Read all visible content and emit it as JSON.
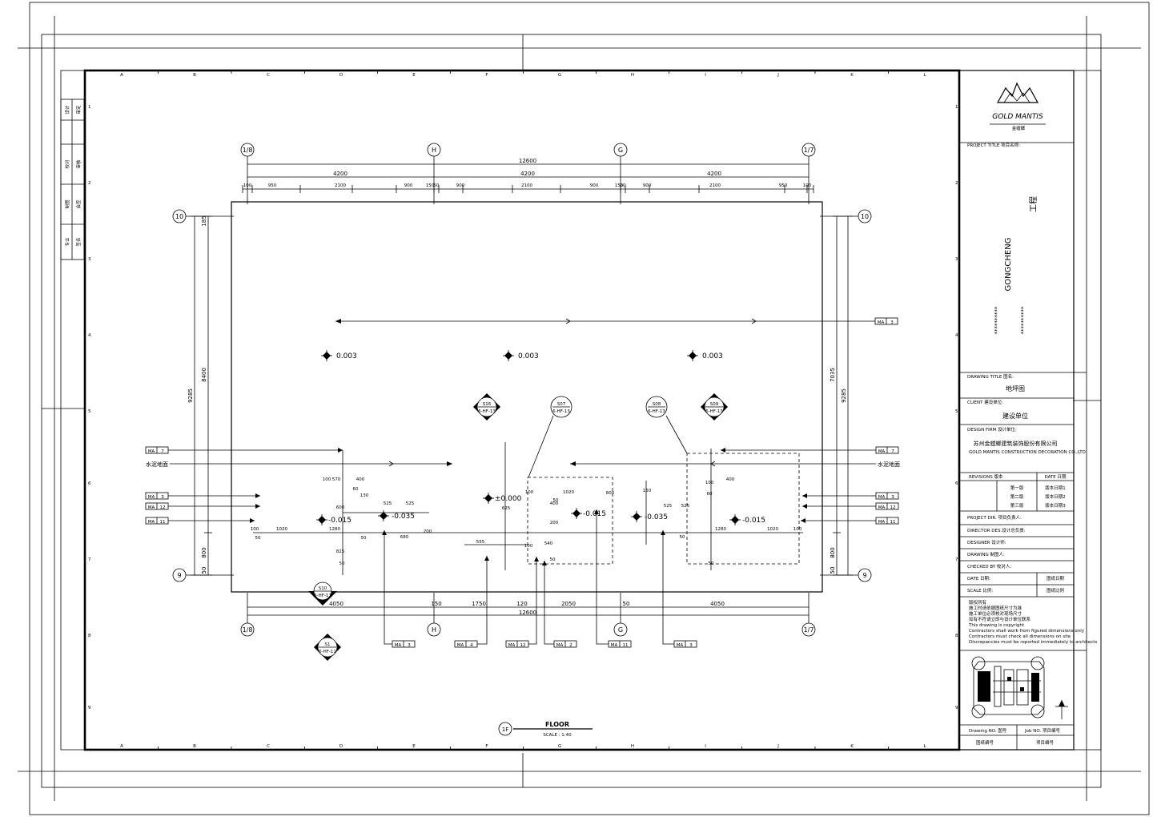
{
  "grid": {
    "columns": [
      "A",
      "B",
      "C",
      "D",
      "E",
      "F",
      "G",
      "H",
      "I",
      "J",
      "K",
      "L"
    ],
    "rows": [
      "1",
      "2",
      "3",
      "4",
      "5",
      "6",
      "7",
      "8",
      "9"
    ]
  },
  "axes": {
    "top": [
      "1/8",
      "H",
      "G",
      "1/7"
    ],
    "bottom": [
      "1/8",
      "H",
      "G",
      "1/7"
    ],
    "left": [
      "10",
      "9"
    ],
    "right": [
      "10",
      "9"
    ]
  },
  "dims": {
    "top_total": "12600",
    "top_mid": [
      "4200",
      "4200",
      "4200"
    ],
    "top_detail": [
      "100",
      "950",
      "2100",
      "900",
      "150",
      "50",
      "900",
      "2100",
      "900",
      "150",
      "50",
      "900",
      "2100",
      "950",
      "100"
    ],
    "bottom_total": "12600",
    "bottom_mid": [
      "4050",
      "150",
      "1750",
      "120",
      "2050",
      "50",
      "4050"
    ],
    "left_outer": "9285",
    "left_inner": "8400",
    "left_small_top": "185",
    "left_small_bot": "800",
    "left_small_bot2": "50",
    "right_outer": "9285",
    "right_inner": "7035",
    "right_small_bot": "800",
    "right_small_bot2": "50"
  },
  "levels": {
    "upper": [
      "0.003",
      "0.003",
      "0.003"
    ],
    "center": "±0.000",
    "left_low": "-0.015",
    "left_mid": "-0.035",
    "right_mid": "-0.035",
    "right_low": "-0.015",
    "center_low": "-0.015"
  },
  "tags": {
    "ma3_top": [
      "MA",
      "3"
    ],
    "left_tags": [
      [
        "MA",
        "7"
      ],
      [
        "MA",
        "3"
      ],
      [
        "MA",
        "12"
      ],
      [
        "MA",
        "11"
      ]
    ],
    "right_tags": [
      [
        "MA",
        "7"
      ],
      [
        "MA",
        "3"
      ],
      [
        "MA",
        "12"
      ],
      [
        "MA",
        "11"
      ]
    ],
    "bottom_tags": [
      [
        "MA",
        "3"
      ],
      [
        "MA",
        "4"
      ],
      [
        "MA",
        "12"
      ],
      [
        "MA",
        "2"
      ],
      [
        "MA",
        "11"
      ],
      [
        "MA",
        "3"
      ]
    ],
    "left_material": "水泥地面",
    "right_material": "水泥地面"
  },
  "section_marks": [
    {
      "num": "S16",
      "ref": "6-HF-13"
    },
    {
      "num": "S07",
      "ref": "6-HF-13"
    },
    {
      "num": "S08",
      "ref": "6-HF-13"
    },
    {
      "num": "S09",
      "ref": "6-HF-13"
    },
    {
      "num": "S10",
      "ref": "6-HF-11"
    },
    {
      "num": "S1",
      "ref": "6-HF-11"
    }
  ],
  "inner_dims": {
    "left": [
      "100",
      "570",
      "400",
      "60",
      "130",
      "525",
      "525",
      "600",
      "200",
      "1020",
      "1280",
      "100",
      "50",
      "50",
      "825",
      "50",
      "680"
    ],
    "center": [
      "100",
      "1020",
      "400",
      "200",
      "800",
      "540",
      "50",
      "100",
      "555",
      "50",
      "625"
    ],
    "right": [
      "150",
      "525",
      "525",
      "100",
      "400",
      "60",
      "1280",
      "1020",
      "100",
      "50",
      "50"
    ]
  },
  "floor_label": {
    "num": "1F",
    "title": "FLOOR",
    "scale": "SCALE : 1:40"
  },
  "title_block": {
    "logo_text": "GOLD MANTIS",
    "logo_cn": "金螳螂",
    "project_title_label": "PROJECT TITLE 项目名称:",
    "project_name_en": "GONGCHENG",
    "project_name_cn": "工程",
    "stars": "**********",
    "drawing_title_label": "DRAWING TITLE 图名:",
    "drawing_title": "地坪图",
    "client_label": "CLIENT 建设单位:",
    "client": "建设单位",
    "design_firm_label": "DESIGN FIRM 设计单位:",
    "design_firm": "苏州金螳螂建筑装饰股份有限公司",
    "design_firm_en": "GOLD MANTIS CONSTRUCTION DECORATION CO.,LTD",
    "revisions_label": "REVISIONS 版本",
    "date_label": "DATE 日期",
    "revisions": [
      [
        "第一版",
        "版本日期1"
      ],
      [
        "第二版",
        "版本日期2"
      ],
      [
        "第三版",
        "版本日期3"
      ]
    ],
    "rows": [
      [
        "PROJECT DIR. 项目负责人:",
        ""
      ],
      [
        "DIRECTOR DES.设计总负责:",
        ""
      ],
      [
        "DESIGNER 设计师:",
        ""
      ],
      [
        "DRAWING 制图人:",
        ""
      ],
      [
        "CHECKED BY 校对人:",
        ""
      ],
      [
        "DATE 日期:",
        "图纸日期"
      ],
      [
        "SCALE 比例:",
        "图纸比例"
      ]
    ],
    "notes": [
      "版权所有",
      "施工时请依据图纸尺寸为准",
      "施工单位必须核对现场尺寸",
      "如有不符请立即与设计单位联系",
      "This drawing is copyright",
      "Contractors shall work from figured dimensions only",
      "Contractors must check all dimensions on site",
      "Discrepancies must be reported immediately to architects"
    ],
    "drawing_no_label": "Drawing NO. 图号",
    "job_no_label": "Job NO. 项目编号",
    "drawing_no": "图纸编号",
    "job_no": "项目编号"
  },
  "side_strip": [
    [
      "设计",
      "审定"
    ],
    [
      "校对",
      "审核"
    ],
    [
      "制图",
      "会签"
    ],
    [
      "专业",
      "签名"
    ]
  ]
}
